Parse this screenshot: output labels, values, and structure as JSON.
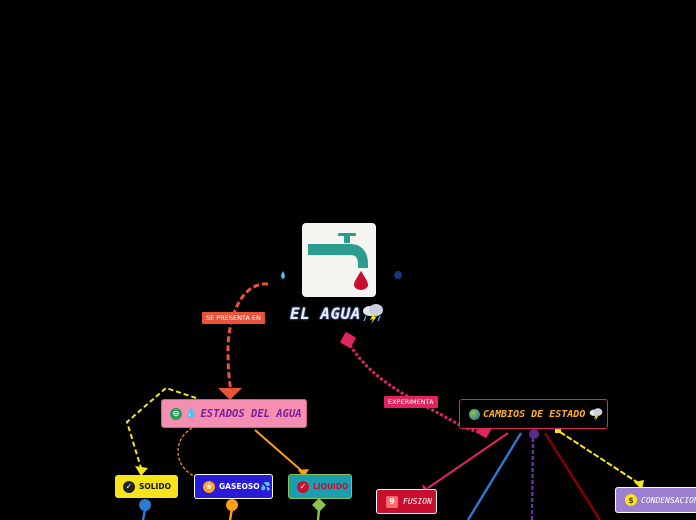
{
  "root": {
    "title": "EL AGUA",
    "icon": "faucet-icon",
    "weather_icon": "storm-cloud-icon",
    "water_drop_icon": "water-drop-icon"
  },
  "relationships": {
    "presenta": "SE PRESENTA EN",
    "experimenta": "EXPERIMENTA"
  },
  "estados": {
    "label": "ESTADOS DEL AGUA",
    "icons": [
      "green-circle-icon",
      "water-drop-icon"
    ],
    "children": {
      "solido": {
        "label": "SOLIDO",
        "icon": "check-icon"
      },
      "gaseoso": {
        "label": "GASEOSO",
        "icon": "orange-badge-icon",
        "suffix_icon": "steam-icon"
      },
      "liquido": {
        "label": "LIQUIDO",
        "icon": "red-check-icon"
      }
    }
  },
  "cambios": {
    "label": "CAMBIOS DE ESTADO",
    "icon": "globe-icon",
    "suffix_icon": "storm-cloud-icon",
    "children": {
      "fusion": {
        "label": "FUSION",
        "icon": "number-badge-icon"
      },
      "condensacion": {
        "label": "CONDENSACION",
        "icon": "dollar-icon"
      }
    }
  },
  "colors": {
    "background": "#000000",
    "red_link": "#e8533a",
    "pink_link": "#e0245e",
    "estados_fill": "#f48fb1",
    "solido_fill": "#f7e41a",
    "gaseoso_fill": "#2a1bd8",
    "liquido_fill": "#1b9fb0",
    "fusion_fill": "#c8102e",
    "condensacion_fill": "#9b7fd0",
    "faucet_green": "#2a9d8f"
  }
}
